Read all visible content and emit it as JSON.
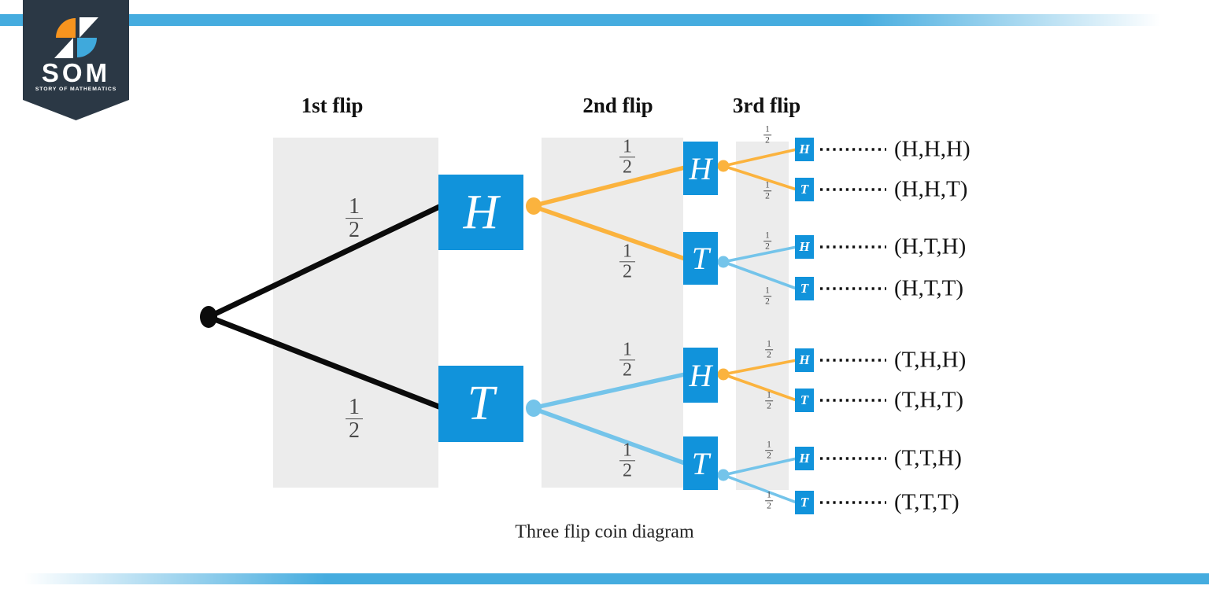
{
  "brand": {
    "name": "SOM",
    "tagline": "STORY OF MATHEMATICS"
  },
  "column_headers": [
    "1st flip",
    "2nd flip",
    "3rd flip"
  ],
  "title_caption": "Three flip coin diagram",
  "probability_fraction": {
    "numerator": "1",
    "denominator": "2"
  },
  "tree": {
    "level1": {
      "heads": "H",
      "tails": "T"
    },
    "level2": {
      "hh": "H",
      "ht": "T",
      "th": "H",
      "tt": "T"
    },
    "level3": {
      "hhh": "H",
      "hht": "T",
      "hth": "H",
      "htt": "T",
      "thh": "H",
      "tht": "T",
      "tth": "H",
      "ttt": "T"
    },
    "outcomes": [
      "(H,H,H)",
      "(H,H,T)",
      "(H,T,H)",
      "(H,T,T)",
      "(T,H,H)",
      "(T,H,T)",
      "(T,T,H)",
      "(T,T,T)"
    ]
  },
  "colors": {
    "node_blue": "#1193DB",
    "heads_branch_yellow": "#FBB33E",
    "tails_branch_blue": "#74C4EA",
    "ribbon_blue": "#45ACDF",
    "column_gray": "#ECECEC",
    "logo_background": "#2B3845",
    "logo_orange": "#F7941E",
    "logo_blue": "#3FA9DC"
  }
}
